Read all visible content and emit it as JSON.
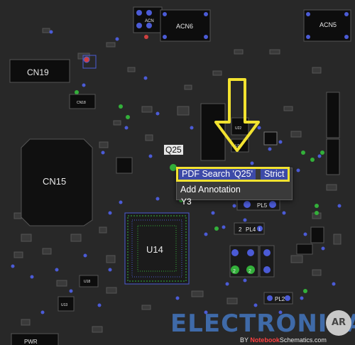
{
  "board": {
    "labels": {
      "acn": "ACN",
      "acn6": "ACN6",
      "acn5": "ACN5",
      "cn19": "CN19",
      "cn18": "CN18",
      "cn15": "CN15",
      "u14": "U14",
      "u22": "U22",
      "u21": "U21",
      "pl5": "PL5",
      "pl4": "PL4",
      "pl2": "PL2",
      "u13": "U13",
      "u18": "U18",
      "pwr": "PWR"
    },
    "pad_numbers": {
      "one": "1",
      "two": "2"
    },
    "colors": {
      "background": "#282828",
      "pad_blue": "#4b5bd6",
      "pad_green": "#33b03a",
      "pad_red": "#d04040",
      "ic_black": "#0d0d0d"
    }
  },
  "selected_component": {
    "label": "Q25"
  },
  "nearby_component": {
    "label": "Y3"
  },
  "context_menu": {
    "search_label": "PDF Search 'Q25'",
    "strict_label": "Strict",
    "annotation_label": "Add Annotation"
  },
  "highlight": {
    "color": "#f2e230"
  },
  "watermark": {
    "title": "ELECTRONICA",
    "badge": "AR",
    "by": "BY",
    "subtitle_prefix": "Notebook",
    "subtitle_rest": "Schematics.com"
  }
}
